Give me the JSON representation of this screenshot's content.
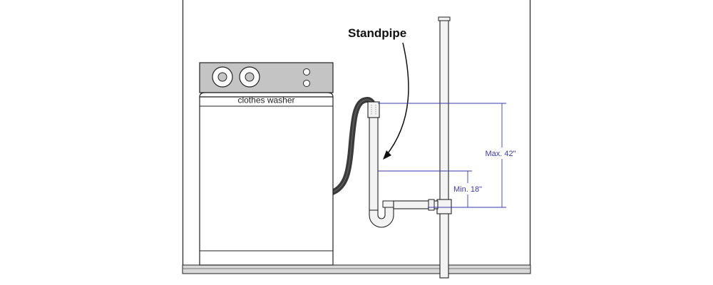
{
  "labels": {
    "washer": "clothes washer",
    "standpipe": "Standpipe",
    "max_height": "Max. 42\"",
    "min_height": "Min. 18\""
  },
  "colors": {
    "outline": "#222222",
    "wall": "#ffffff",
    "washer_panel": "#c4c4c4",
    "pipe_fill": "#f3f3f3",
    "hose": "#3a3a3a",
    "dimension": "#3a3aa8"
  }
}
